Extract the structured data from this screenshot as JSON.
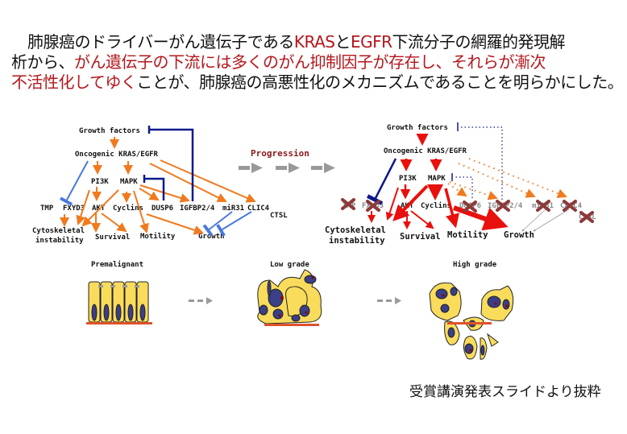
{
  "header": {
    "line1_a": "肺腺癌のドライバーがん遺伝子である",
    "line1_kras": "KRAS",
    "line1_to": "と",
    "line1_egfr": "EGFR",
    "line1_b": "下流分子の網羅的発現解",
    "line2_a": "析から、",
    "line2_red": "がん遺伝子の下流には多くのがん抑制因子が存在し、それらが漸次",
    "line3_red": "不活性化してゆく",
    "line3_b": "ことが、肺腺癌の高悪性化のメカニズムであることを明らかにした。"
  },
  "colors": {
    "accent_red": "#b3171c",
    "orange": "#f07a1e",
    "blue": "#4a78e0",
    "navy": "#0d1a8a",
    "cell_yellow": "#f9dc5c",
    "nucleus": "#3a3f86"
  },
  "left_diagram": {
    "growth_factors": "Growth factors",
    "oncogene": "Oncogenic KRAS/EGFR",
    "pi3k": "PI3K",
    "mapk": "MAPK",
    "targets": [
      "TMP",
      "FXYD3",
      "AKT",
      "Cyclins",
      "DUSP6",
      "IGFBP2/4",
      "miR31",
      "CLIC4",
      "CTSL"
    ],
    "outcomes": {
      "cyto1": "Cytoskeletal",
      "cyto2": "instability",
      "survival": "Survival",
      "motility": "Motility",
      "growth": "Growth"
    }
  },
  "progression": {
    "label": "Progression"
  },
  "right_diagram": {
    "growth_factors": "Growth factors",
    "oncogene": "Oncogenic KRAS/EGFR",
    "pi3k": "PI3K",
    "mapk": "MAPK",
    "targets": [
      "TMP",
      "FXYD3",
      "AKT",
      "Cyclins",
      "DUSP6",
      "IGFBP2/4",
      "miR31",
      "CLIC4",
      "CTSL"
    ],
    "outcomes": {
      "cyto1": "Cytoskeletal",
      "cyto2": "instability",
      "survival": "Survival",
      "motility": "Motility",
      "growth": "Growth"
    }
  },
  "stages": {
    "premalignant": "Premalignant",
    "low": "Low grade",
    "high": "High grade"
  },
  "footer": "受賞講演発表スライドより抜粋"
}
